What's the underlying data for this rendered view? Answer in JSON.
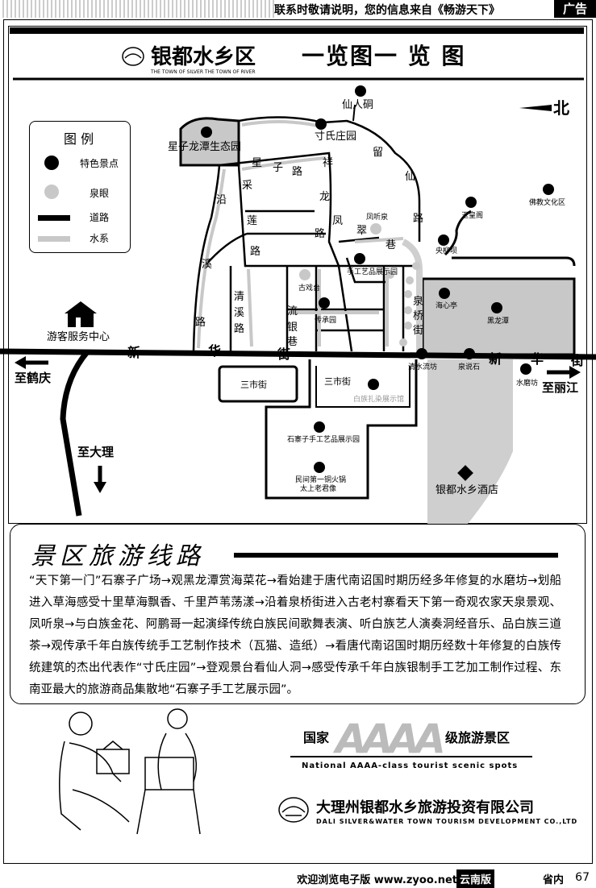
{
  "header": {
    "notice": "联系时敬请说明，您的信息来自《畅游天下》",
    "ad_label": "广告"
  },
  "map": {
    "title_brand": "银都水乡区",
    "title_sub": "THE TOWN OF SILVER THE TOWN OF RIVER",
    "title_main": "一览图一 览 图",
    "north": "北",
    "legend": {
      "title": "图 例",
      "items": [
        "特色景点",
        "泉眼",
        "道路",
        "水系"
      ]
    },
    "places": {
      "xianrendong": "仙人硐",
      "cunshi": "寸氏庄园",
      "xingzi": "星子龙潭生态园",
      "yuhuangge": "玉皇阁",
      "fojiao": "佛教文化区",
      "yangliu": "央柳坝",
      "fengting": "凤听泉",
      "shougong": "手工艺品展示园",
      "guxi": "古戏台",
      "chuancheng": "传承园",
      "haixin": "海心亭",
      "heilong": "黑龙潭",
      "qingshui": "清水流坊",
      "quanyan": "泉说石",
      "shuimo": "水磨坊",
      "service": "游客服务中心",
      "hs1": "三市街",
      "hs2": "三市街",
      "bianhuo": "白族扎染展示馆",
      "shizhai": "石寨子手工艺品展示园",
      "huoguo": "民间第一铜火锅",
      "laojun": "太上老君像",
      "hotel": "银都水乡酒店"
    },
    "roads": {
      "xingzi_road": [
        "星",
        "子",
        "路"
      ],
      "xiangliu": [
        "祥",
        "留",
        "仙",
        "路"
      ],
      "yanlai": [
        "沿",
        "采",
        "莲",
        "路"
      ],
      "long": [
        "龙",
        "凤",
        "翠",
        "巷"
      ],
      "lu2": "路",
      "xi": [
        "溪",
        "路"
      ],
      "qingxi": [
        "清",
        "溪",
        "路"
      ],
      "jianyin": [
        "流",
        "银",
        "巷"
      ],
      "quanqiao": [
        "泉",
        "桥",
        "街"
      ],
      "xinhua_l": [
        "新",
        "华",
        "街"
      ],
      "xinhua_r": [
        "新",
        "华",
        "街"
      ]
    },
    "directions": {
      "heqing": "至鹤庆",
      "lijiang": "至丽江",
      "dali": "至大理"
    }
  },
  "route": {
    "title": "景区旅游线路",
    "text": "“天下第一门”石寨子广场→观黑龙潭赏海菜花→看始建于唐代南诏国时期历经多年修复的水磨坊→划船进入草海感受十里草海飘香、千里芦苇荡漾→沿着泉桥街进入古老村寨看天下第一奇观农家天泉景观、凤听泉→与白族金花、阿鹏哥一起演绎传统白族民间歌舞表演、听白族艺人演奏洞经音乐、品白族三道茶→观传承千年白族传统手工艺制作技术（瓦猫、造纸）→看唐代南诏国时期历经数十年修复的白族传统建筑的杰出代表作“寸氏庄园”→登观景台看仙人洞→感受传承千年白族银制手工艺加工制作过程、东南亚最大的旅游商品集散地“石寨子手工艺展示园”。"
  },
  "badge": {
    "guo": "国家",
    "aaaa": "AAAA",
    "ji": "级旅游景区",
    "en": "National AAAA-class tourist scenic spots"
  },
  "company": {
    "cn": "大理州银都水乡旅游投资有限公司",
    "en": "DALI SILVER&WATER TOWN TOURISM DEVELOPMENT CO.,LTD"
  },
  "footer": {
    "welcome": "欢迎浏览电子版 www.zyoo.net",
    "region": "云南版",
    "section": "省内",
    "page": "67"
  },
  "colors": {
    "gray_fill": "#c8c8c8",
    "water": "#cfcfcf"
  }
}
